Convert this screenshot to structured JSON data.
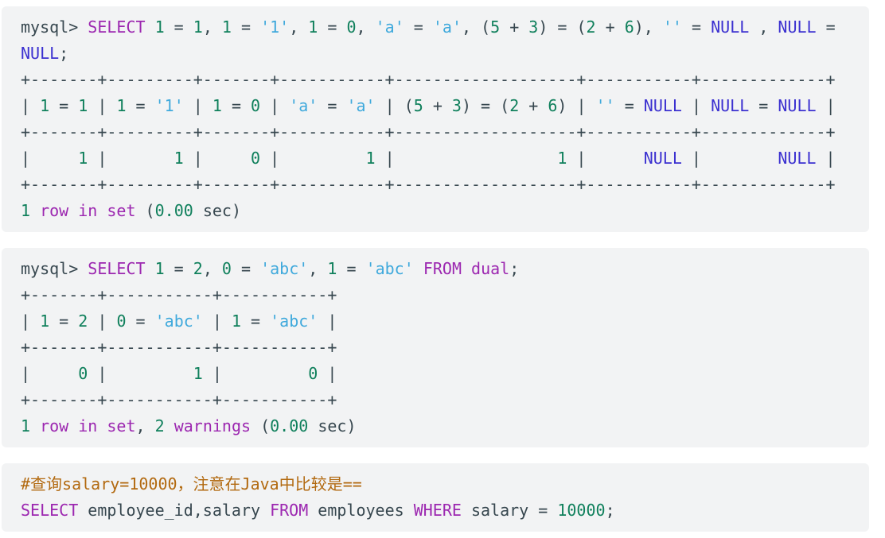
{
  "theme": {
    "page_background": "#ffffff",
    "block_background": "#f2f3f4",
    "default_text": "#37474f",
    "keyword": "#9c27b0",
    "number": "#10805c",
    "string": "#3fa9dc",
    "null_literal": "#3b30d0",
    "comment": "#b2690f"
  },
  "blocks": [
    {
      "name": "code-block-equality-operators",
      "lines": [
        [
          [
            "d",
            "mysql> "
          ],
          [
            "k",
            "SELECT"
          ],
          [
            "d",
            " "
          ],
          [
            "n",
            "1"
          ],
          [
            "d",
            " = "
          ],
          [
            "n",
            "1"
          ],
          [
            "d",
            ", "
          ],
          [
            "n",
            "1"
          ],
          [
            "d",
            " = "
          ],
          [
            "s",
            "'1'"
          ],
          [
            "d",
            ", "
          ],
          [
            "n",
            "1"
          ],
          [
            "d",
            " = "
          ],
          [
            "n",
            "0"
          ],
          [
            "d",
            ", "
          ],
          [
            "s",
            "'a'"
          ],
          [
            "d",
            " = "
          ],
          [
            "s",
            "'a'"
          ],
          [
            "d",
            ", ("
          ],
          [
            "n",
            "5"
          ],
          [
            "d",
            " + "
          ],
          [
            "n",
            "3"
          ],
          [
            "d",
            ") = ("
          ],
          [
            "n",
            "2"
          ],
          [
            "d",
            " + "
          ],
          [
            "n",
            "6"
          ],
          [
            "d",
            "), "
          ],
          [
            "s",
            "''"
          ],
          [
            "d",
            " = "
          ],
          [
            "l",
            "NULL"
          ],
          [
            "d",
            " , "
          ],
          [
            "l",
            "NULL"
          ],
          [
            "d",
            " ="
          ]
        ],
        [
          [
            "l",
            "NULL"
          ],
          [
            "d",
            ";"
          ]
        ],
        [
          [
            "d",
            "+-------+---------+-------+-----------+-------------------+-----------+-------------+"
          ]
        ],
        [
          [
            "d",
            "| "
          ],
          [
            "n",
            "1"
          ],
          [
            "d",
            " = "
          ],
          [
            "n",
            "1"
          ],
          [
            "d",
            " | "
          ],
          [
            "n",
            "1"
          ],
          [
            "d",
            " = "
          ],
          [
            "s",
            "'1'"
          ],
          [
            "d",
            " | "
          ],
          [
            "n",
            "1"
          ],
          [
            "d",
            " = "
          ],
          [
            "n",
            "0"
          ],
          [
            "d",
            " | "
          ],
          [
            "s",
            "'a'"
          ],
          [
            "d",
            " = "
          ],
          [
            "s",
            "'a'"
          ],
          [
            "d",
            " | ("
          ],
          [
            "n",
            "5"
          ],
          [
            "d",
            " + "
          ],
          [
            "n",
            "3"
          ],
          [
            "d",
            ") = ("
          ],
          [
            "n",
            "2"
          ],
          [
            "d",
            " + "
          ],
          [
            "n",
            "6"
          ],
          [
            "d",
            ") | "
          ],
          [
            "s",
            "''"
          ],
          [
            "d",
            " = "
          ],
          [
            "l",
            "NULL"
          ],
          [
            "d",
            " | "
          ],
          [
            "l",
            "NULL"
          ],
          [
            "d",
            " = "
          ],
          [
            "l",
            "NULL"
          ],
          [
            "d",
            " |"
          ]
        ],
        [
          [
            "d",
            "+-------+---------+-------+-----------+-------------------+-----------+-------------+"
          ]
        ],
        [
          [
            "d",
            "|     "
          ],
          [
            "n",
            "1"
          ],
          [
            "d",
            " |       "
          ],
          [
            "n",
            "1"
          ],
          [
            "d",
            " |     "
          ],
          [
            "n",
            "0"
          ],
          [
            "d",
            " |         "
          ],
          [
            "n",
            "1"
          ],
          [
            "d",
            " |                 "
          ],
          [
            "n",
            "1"
          ],
          [
            "d",
            " |      "
          ],
          [
            "l",
            "NULL"
          ],
          [
            "d",
            " |        "
          ],
          [
            "l",
            "NULL"
          ],
          [
            "d",
            " |"
          ]
        ],
        [
          [
            "d",
            "+-------+---------+-------+-----------+-------------------+-----------+-------------+"
          ]
        ],
        [
          [
            "n",
            "1"
          ],
          [
            "d",
            " "
          ],
          [
            "k",
            "row in set"
          ],
          [
            "d",
            " ("
          ],
          [
            "n",
            "0.00"
          ],
          [
            "d",
            " sec)"
          ]
        ]
      ]
    },
    {
      "name": "code-block-dual-comparison",
      "lines": [
        [
          [
            "d",
            "mysql> "
          ],
          [
            "k",
            "SELECT"
          ],
          [
            "d",
            " "
          ],
          [
            "n",
            "1"
          ],
          [
            "d",
            " = "
          ],
          [
            "n",
            "2"
          ],
          [
            "d",
            ", "
          ],
          [
            "n",
            "0"
          ],
          [
            "d",
            " = "
          ],
          [
            "s",
            "'abc'"
          ],
          [
            "d",
            ", "
          ],
          [
            "n",
            "1"
          ],
          [
            "d",
            " = "
          ],
          [
            "s",
            "'abc'"
          ],
          [
            "d",
            " "
          ],
          [
            "k",
            "FROM"
          ],
          [
            "d",
            " "
          ],
          [
            "k",
            "dual"
          ],
          [
            "d",
            ";"
          ]
        ],
        [
          [
            "d",
            "+-------+-----------+-----------+"
          ]
        ],
        [
          [
            "d",
            "| "
          ],
          [
            "n",
            "1"
          ],
          [
            "d",
            " = "
          ],
          [
            "n",
            "2"
          ],
          [
            "d",
            " | "
          ],
          [
            "n",
            "0"
          ],
          [
            "d",
            " = "
          ],
          [
            "s",
            "'abc'"
          ],
          [
            "d",
            " | "
          ],
          [
            "n",
            "1"
          ],
          [
            "d",
            " = "
          ],
          [
            "s",
            "'abc'"
          ],
          [
            "d",
            " |"
          ]
        ],
        [
          [
            "d",
            "+-------+-----------+-----------+"
          ]
        ],
        [
          [
            "d",
            "|     "
          ],
          [
            "n",
            "0"
          ],
          [
            "d",
            " |         "
          ],
          [
            "n",
            "1"
          ],
          [
            "d",
            " |         "
          ],
          [
            "n",
            "0"
          ],
          [
            "d",
            " |"
          ]
        ],
        [
          [
            "d",
            "+-------+-----------+-----------+"
          ]
        ],
        [
          [
            "n",
            "1"
          ],
          [
            "d",
            " "
          ],
          [
            "k",
            "row in set"
          ],
          [
            "d",
            ", "
          ],
          [
            "n",
            "2"
          ],
          [
            "d",
            " "
          ],
          [
            "k",
            "warnings"
          ],
          [
            "d",
            " ("
          ],
          [
            "n",
            "0.00"
          ],
          [
            "d",
            " sec)"
          ]
        ]
      ]
    },
    {
      "name": "code-block-salary-query",
      "lines": [
        [
          [
            "c",
            "#查询salary=10000，注意在Java中比较是=="
          ]
        ],
        [
          [
            "k",
            "SELECT"
          ],
          [
            "d",
            " employee_id,salary "
          ],
          [
            "k",
            "FROM"
          ],
          [
            "d",
            " employees "
          ],
          [
            "k",
            "WHERE"
          ],
          [
            "d",
            " salary = "
          ],
          [
            "n",
            "10000"
          ],
          [
            "d",
            ";"
          ]
        ]
      ]
    }
  ]
}
